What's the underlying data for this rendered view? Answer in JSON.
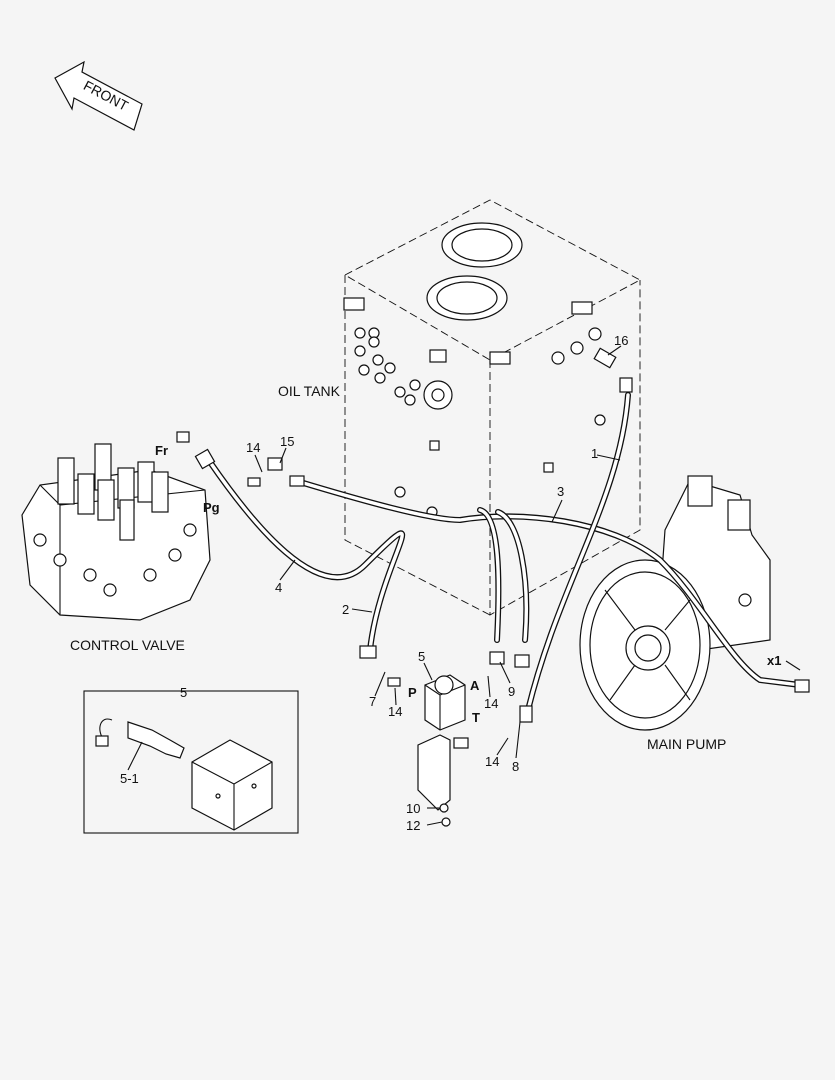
{
  "front_arrow": {
    "label": "FRONT"
  },
  "components": {
    "oil_tank": "OIL TANK",
    "control_valve": "CONTROL VALVE",
    "main_pump": "MAIN PUMP"
  },
  "ports": {
    "fr": "Fr",
    "pg": "Pg",
    "x1": "x1",
    "p": "P",
    "a": "A",
    "t": "T"
  },
  "callouts": {
    "c1": "1",
    "c2": "2",
    "c3": "3",
    "c4": "4",
    "c5": "5",
    "c7": "7",
    "c8": "8",
    "c9": "9",
    "c10": "10",
    "c12": "12",
    "c14a": "14",
    "c14b": "14",
    "c14c": "14",
    "c14d": "14",
    "c15": "15",
    "c16": "16"
  },
  "detail_box": {
    "title": "5",
    "sub_label": "5-1"
  }
}
